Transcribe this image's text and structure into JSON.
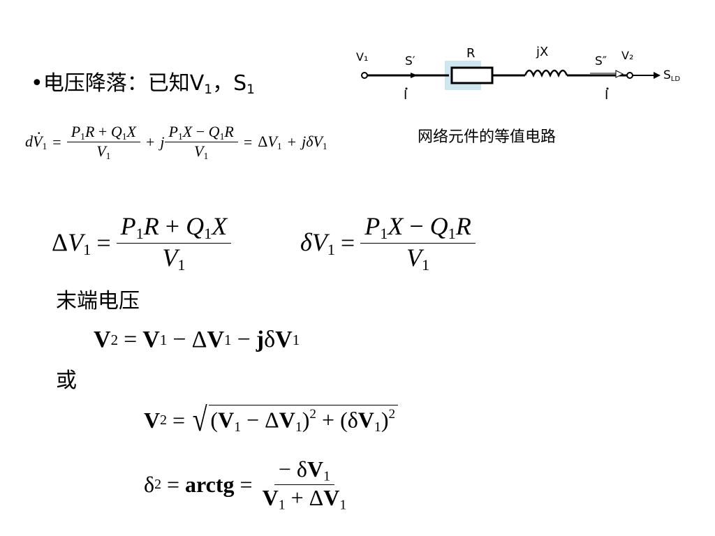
{
  "bullet": {
    "marker": "•",
    "label": "电压降落：已知",
    "v_sym": "V",
    "v_sub": "1",
    "sep": "，",
    "s_sym": "S",
    "s_sub": "1"
  },
  "circuit": {
    "v1_label": "V₁",
    "s_prime_label": "S′",
    "r_label": "R",
    "jx_label": "jX",
    "s_dprime_label": "S″",
    "v2_label": "V₂",
    "sld_label": "S",
    "sld_sub": "LD",
    "i_left_label": "I",
    "i_right_label": "I",
    "caption": "网络元件的等值电路"
  },
  "sections": {
    "end_voltage_label": "末端电压",
    "or_label": "或"
  }
}
